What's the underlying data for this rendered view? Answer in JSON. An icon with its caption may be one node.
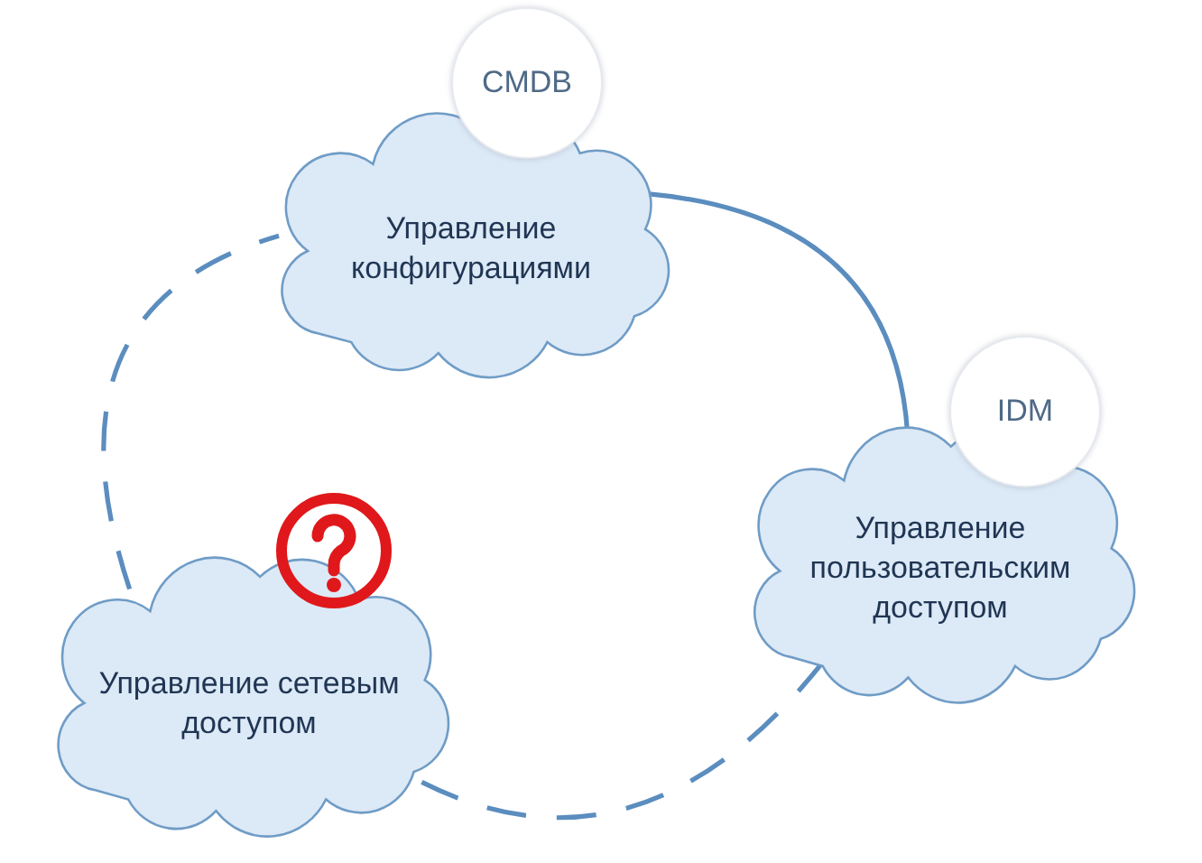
{
  "diagram": {
    "nodes": [
      {
        "text": [
          "Управление конфигурациями"
        ]
      },
      {
        "text": [
          "CMDB"
        ]
      },
      {
        "text": [
          "Управление пользовательским доступом"
        ]
      },
      {
        "text": [
          "IDM"
        ]
      },
      {
        "text": [
          "Управление сетевым доступом"
        ]
      }
    ],
    "edges": [
      {
        "from": 0,
        "to": 2,
        "arrow": "none"
      },
      {
        "from": 2,
        "to": 4,
        "arrow": "none",
        "style": "dashed"
      },
      {
        "from": 4,
        "to": 0,
        "arrow": "none",
        "style": "dashed"
      }
    ]
  }
}
